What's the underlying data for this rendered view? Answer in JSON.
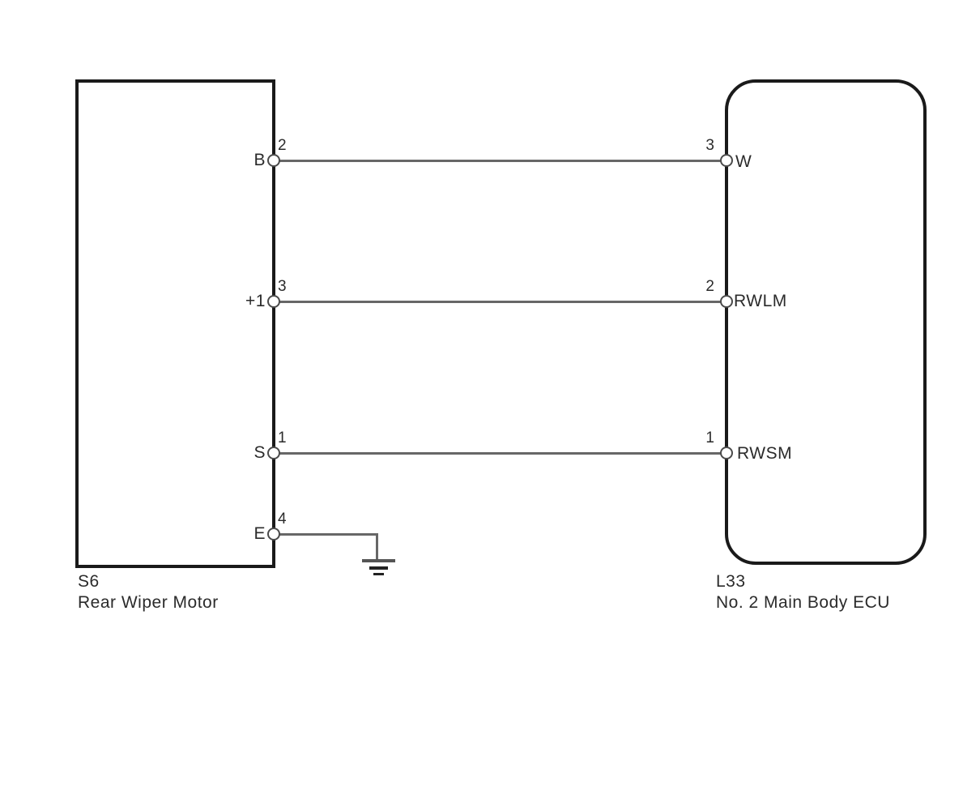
{
  "diagram": {
    "type": "wiring-diagram",
    "background_color": "#ffffff",
    "wire_color": "#676767",
    "outline_color": "#1a1a1a",
    "left_component": {
      "code": "S6",
      "name": "Rear Wiper Motor",
      "shape": "rectangle",
      "pins": [
        {
          "label": "B",
          "number": "2"
        },
        {
          "label": "+1",
          "number": "3"
        },
        {
          "label": "S",
          "number": "1"
        },
        {
          "label": "E",
          "number": "4"
        }
      ]
    },
    "right_component": {
      "code": "L33",
      "name": "No. 2 Main Body ECU",
      "shape": "rounded-rectangle",
      "pins": [
        {
          "label": "W",
          "number": "3"
        },
        {
          "label": "RWLM",
          "number": "2"
        },
        {
          "label": "RWSM",
          "number": "1"
        }
      ]
    },
    "connections": [
      {
        "from": "S6 pin 2 (B)",
        "to": "L33 pin 3 (W)"
      },
      {
        "from": "S6 pin 3 (+1)",
        "to": "L33 pin 2 (RWLM)"
      },
      {
        "from": "S6 pin 1 (S)",
        "to": "L33 pin 1 (RWSM)"
      },
      {
        "from": "S6 pin 4 (E)",
        "to": "ground"
      }
    ]
  }
}
